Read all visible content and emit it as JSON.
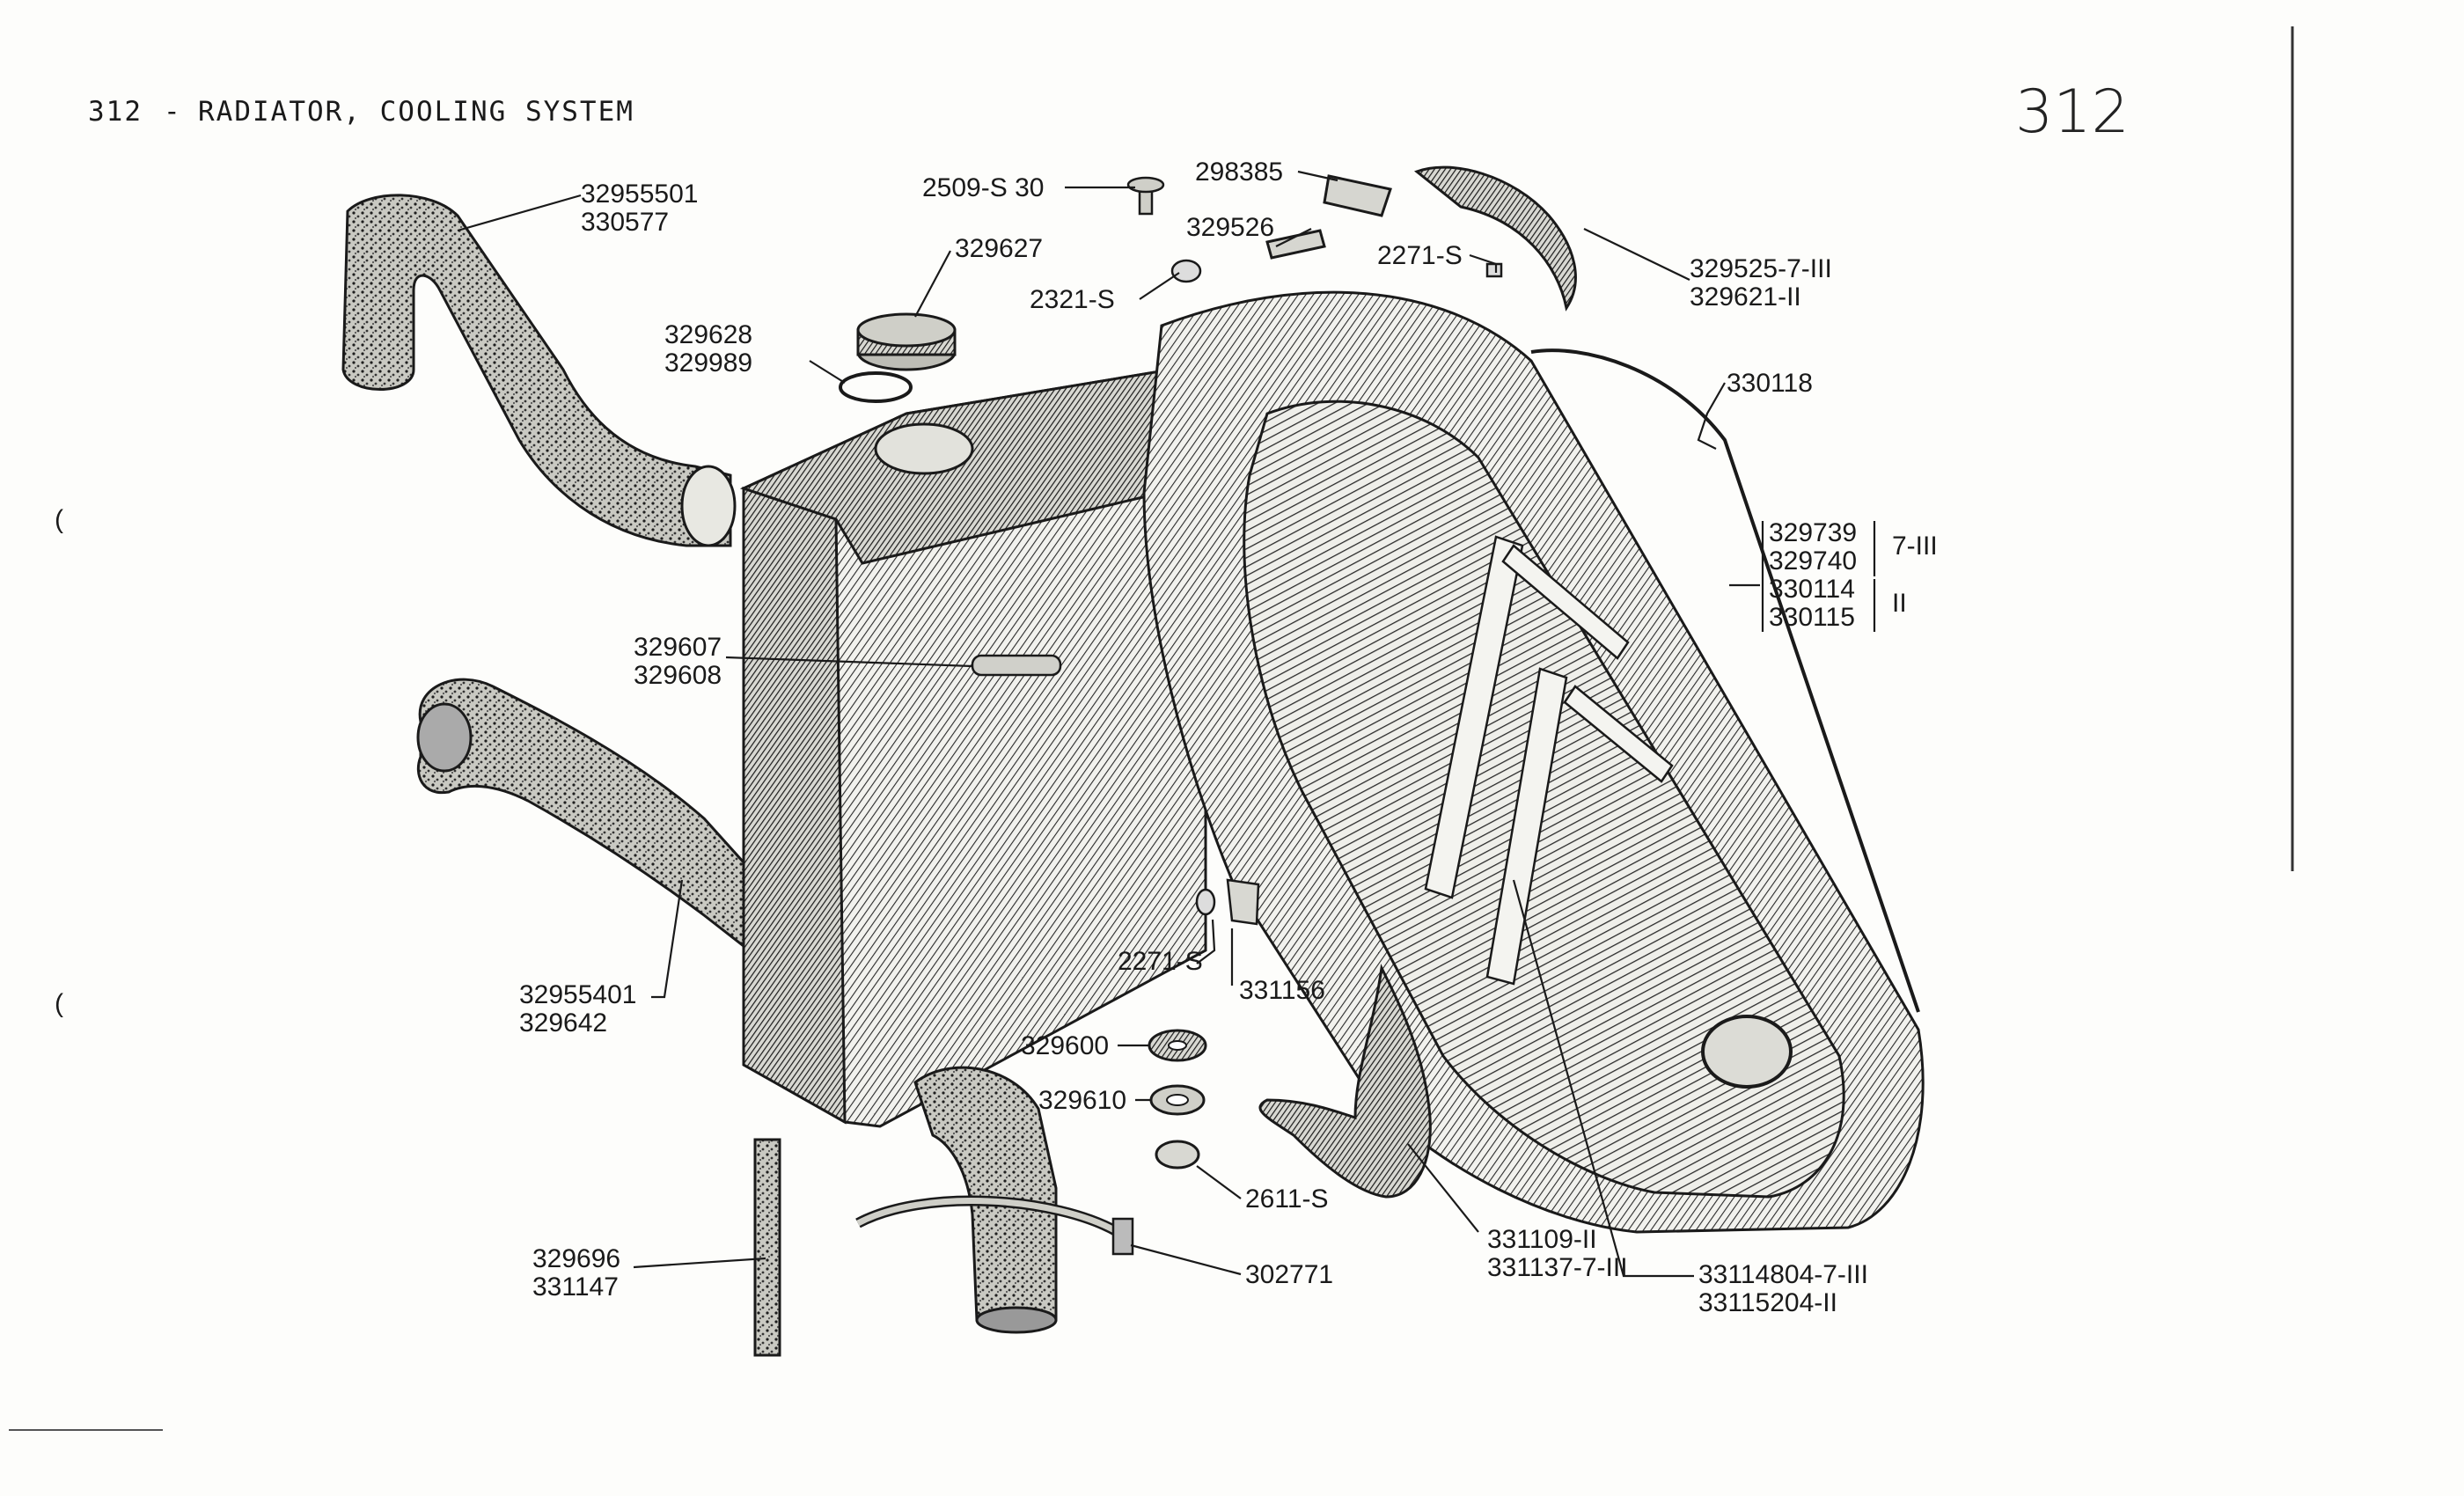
{
  "page": {
    "number": "312",
    "separator": "-",
    "title": "RADIATOR, COOLING SYSTEM",
    "handwritten_number": "312"
  },
  "labels": {
    "top_hose_a": "32955501",
    "top_hose_b": "330577",
    "bolt": "2509-S 30",
    "cap": "329627",
    "gasket_a": "329628",
    "gasket_b": "329989",
    "washer_top": "2321-S",
    "bracket_a": "298385",
    "bracket_b": "329526",
    "nut_top": "2271-S",
    "emblem_top_a": "329525-7-III",
    "emblem_top_b": "329621-II",
    "wire_clip": "330118",
    "shell_1": "329739",
    "shell_2": "329740",
    "shell_3": "330114",
    "shell_4": "330115",
    "shell_note_a": "7-III",
    "shell_note_b": "II",
    "drain_a": "329607",
    "drain_b": "329608",
    "bottom_hose_a": "32955401",
    "bottom_hose_b": "329642",
    "nut_mid": "2271-S",
    "clip_mid": "331156",
    "grommet": "329600",
    "washer_mid": "329610",
    "nut_low": "2611-S",
    "overflow_a": "329696",
    "overflow_b": "331147",
    "clamp": "302771",
    "emblem_low_a": "331109-II",
    "emblem_low_b": "331137-7-III",
    "grille_bar_a": "33114804-7-III",
    "grille_bar_b": "33115204-II"
  }
}
